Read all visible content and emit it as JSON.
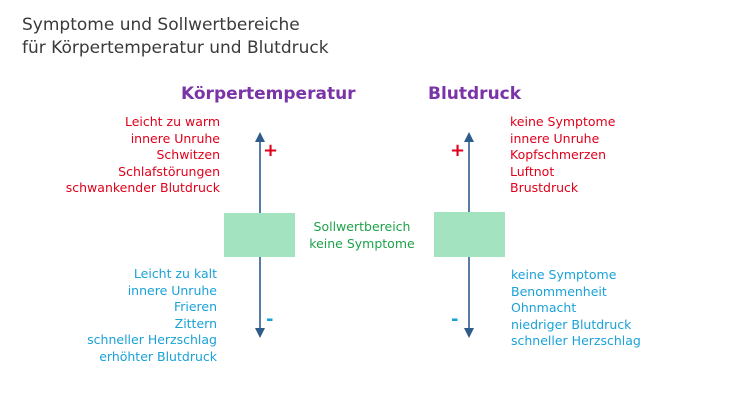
{
  "title": {
    "line1": "Symptome und Sollwertbereiche",
    "line2": "für Körpertemperatur und Blutdruck"
  },
  "columns": {
    "temperature": {
      "heading": "Körpertemperatur",
      "plus_items": [
        "Leicht zu warm",
        "innere Unruhe",
        "Schwitzen",
        "Schlafstörungen",
        "schwankender Blutdruck"
      ],
      "minus_items": [
        "Leicht zu kalt",
        "innere Unruhe",
        "Frieren",
        "Zittern",
        "schneller Herzschlag",
        "erhöhter Blutdruck"
      ],
      "plus_sign": "+",
      "minus_sign": "-"
    },
    "blood_pressure": {
      "heading": "Blutdruck",
      "plus_items": [
        "keine Symptome",
        "innere Unruhe",
        "Kopfschmerzen",
        "Luftnot",
        "Brustdruck"
      ],
      "minus_items": [
        "keine Symptome",
        "Benommenheit",
        "Ohnmacht",
        "niedriger Blutdruck",
        "schneller Herzschlag"
      ],
      "plus_sign": "+",
      "minus_sign": "-"
    }
  },
  "center": {
    "line1": "Sollwertbereich",
    "line2": "keine Symptome"
  },
  "colors": {
    "title": "#3a3a3a",
    "heading": "#7a34a8",
    "plus": "#e0001b",
    "minus": "#1aa2d8",
    "center": "#1ea24a",
    "box": "#a3e3bf",
    "axis": "#2e5c8a"
  }
}
